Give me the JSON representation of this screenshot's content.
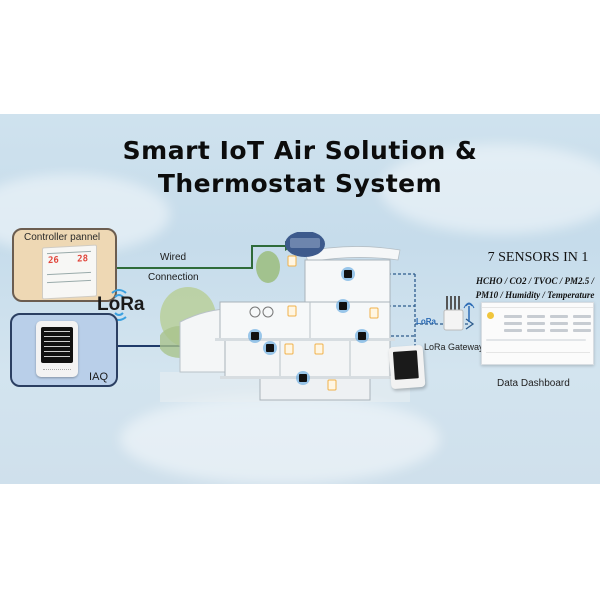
{
  "title": {
    "line1": "Smart IoT Air Solution &",
    "line2": "Thermostat System"
  },
  "left_devices": {
    "controller_panel": {
      "label": "Controller pannel",
      "display_values": [
        "26",
        "28"
      ]
    },
    "iaq": {
      "label": "IAQ"
    },
    "lora_logo": "LoRa"
  },
  "connections": {
    "wired_line1": "Wired",
    "wired_line2": "Connection",
    "wired_color": "#2e6b3a",
    "lora_link_color": "#1f3a6a",
    "dashed_color": "#2d5b8c"
  },
  "gateway": {
    "lora_tag": "LoRa",
    "label": "LoRa Gateway"
  },
  "sensors": {
    "title": "7 SENSORS IN 1",
    "line1": "HCHO / CO2 / TVOC / PM2.5 /",
    "line2": "PM10 / Humidity / Temperature"
  },
  "dashboard": {
    "label": "Data Dashboard"
  },
  "colors": {
    "banner_bg": "#cfe2ee",
    "controller_panel_bg": "#eed8b4",
    "iaq_panel_bg": "#b9cfe9",
    "sensor_node": "#1e5ea8"
  }
}
